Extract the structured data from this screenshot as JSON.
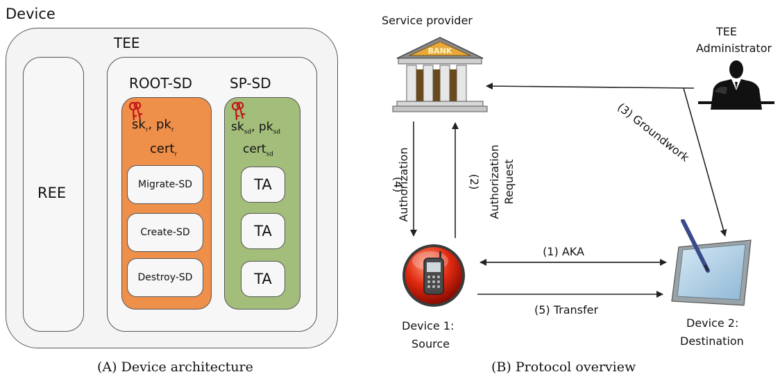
{
  "panel_a": {
    "device_label": "Device",
    "tee_label": "TEE",
    "ree_label": "REE",
    "root_sd": {
      "title": "ROOT-SD",
      "keys_main": "sk",
      "keys_sub1": "r",
      "keys_sep": ", pk",
      "keys_sub2": "r",
      "cert_main": "cert",
      "cert_sub": "r",
      "items": [
        "Migrate-SD",
        "Create-SD",
        "Destroy-SD"
      ]
    },
    "sp_sd": {
      "title": "SP-SD",
      "keys_main": "sk",
      "keys_sub1": "sd",
      "keys_sep": ", pk",
      "keys_sub2": "sd",
      "cert_main": "cert",
      "cert_sub": "sd",
      "items": [
        "TA",
        "TA",
        "TA"
      ]
    },
    "caption": "(A) Device architecture",
    "colors": {
      "root_sd": "#ee8f4a",
      "sp_sd": "#a3bd7a",
      "frame": "#f4f4f4"
    }
  },
  "panel_b": {
    "service_provider": "Service provider",
    "bank_sign": "BANK",
    "tee_admin_line1": "TEE",
    "tee_admin_line2": "Administrator",
    "step4_num": "(4)",
    "step4_text": "Authorization",
    "step2_num": "(2)",
    "step2_text1": "Authorization",
    "step2_text2": "Request",
    "step3": "(3) Groundwork",
    "step1": "(1) AKA",
    "step5": "(5) Transfer",
    "device1_line1": "Device 1:",
    "device1_line2": "Source",
    "device2_line1": "Device 2:",
    "device2_line2": "Destination",
    "caption": "(B) Protocol overview",
    "icons": [
      "bank-icon",
      "administrator-icon",
      "mobile-phone-icon",
      "tablet-icon"
    ]
  }
}
